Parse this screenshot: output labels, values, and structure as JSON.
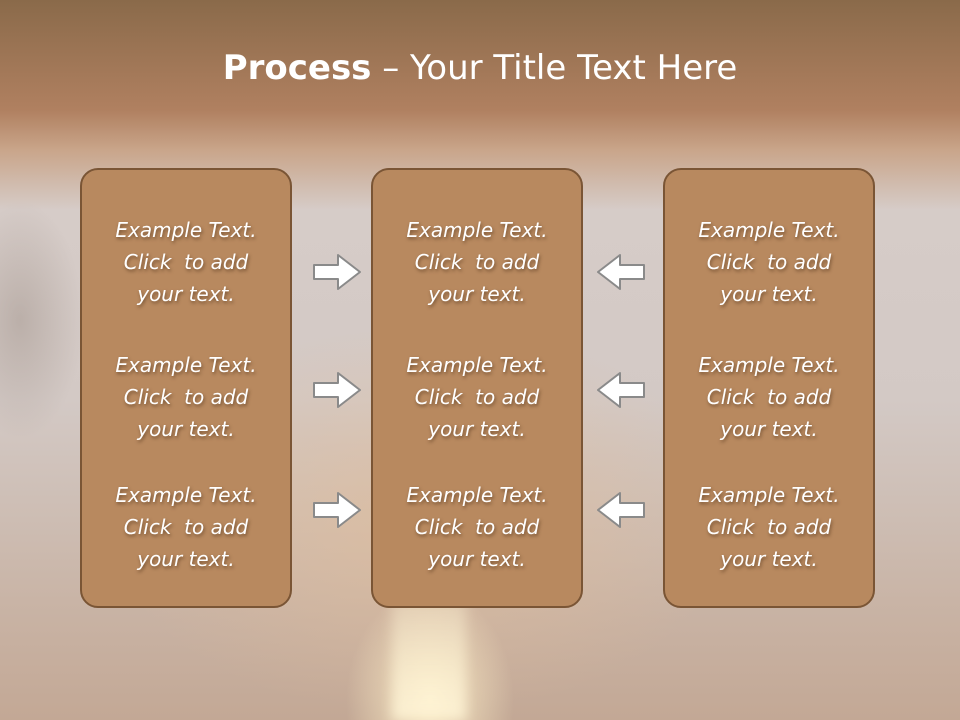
{
  "slide": {
    "title_strong": "Process",
    "title_rest": " – Your Title Text Here"
  },
  "columns": [
    {
      "items": [
        {
          "line1": "Example Text.",
          "line2": "Click  to add",
          "line3": "your text."
        },
        {
          "line1": "Example Text.",
          "line2": "Click  to add",
          "line3": "your text."
        },
        {
          "line1": "Example Text.",
          "line2": "Click  to add",
          "line3": "your text."
        }
      ]
    },
    {
      "items": [
        {
          "line1": "Example Text.",
          "line2": "Click  to add",
          "line3": "your text."
        },
        {
          "line1": "Example Text.",
          "line2": "Click  to add",
          "line3": "your text."
        },
        {
          "line1": "Example Text.",
          "line2": "Click  to add",
          "line3": "your text."
        }
      ]
    },
    {
      "items": [
        {
          "line1": "Example Text.",
          "line2": "Click  to add",
          "line3": "your text."
        },
        {
          "line1": "Example Text.",
          "line2": "Click  to add",
          "line3": "your text."
        },
        {
          "line1": "Example Text.",
          "line2": "Click  to add",
          "line3": "your text."
        }
      ]
    }
  ],
  "arrows": {
    "left_to_center": "right-arrow-icon",
    "right_to_center": "left-arrow-icon"
  },
  "colors": {
    "panel_fill": "#b8895f",
    "panel_border": "#7a5535",
    "arrow_fill": "#ffffff",
    "arrow_stroke": "#8a8a8a"
  }
}
